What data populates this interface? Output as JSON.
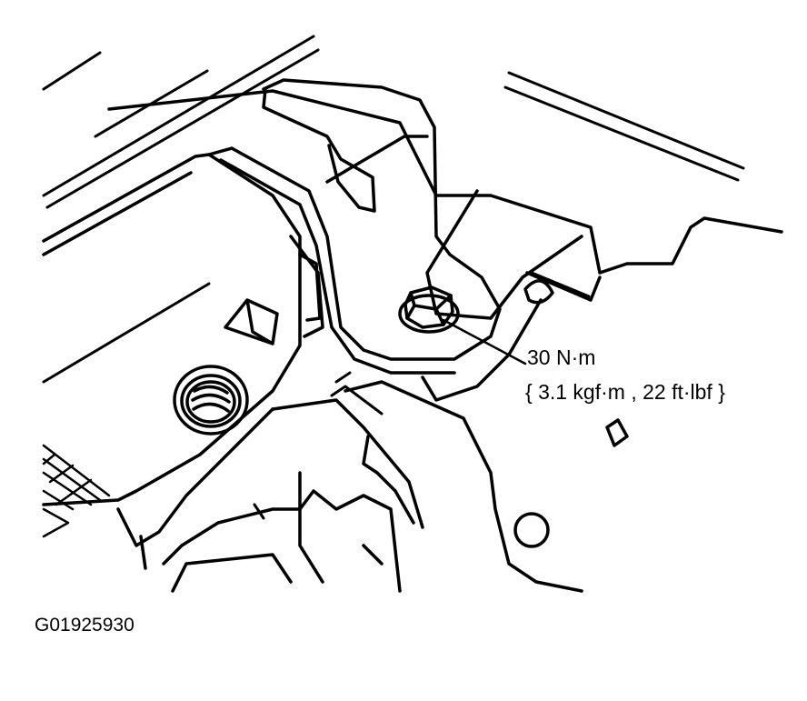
{
  "callout": {
    "torque_value": "30 N·m",
    "torque_alt": "{ 3.1 kgf·m , 22 ft·lbf }"
  },
  "figure": {
    "code": "G01925930"
  }
}
